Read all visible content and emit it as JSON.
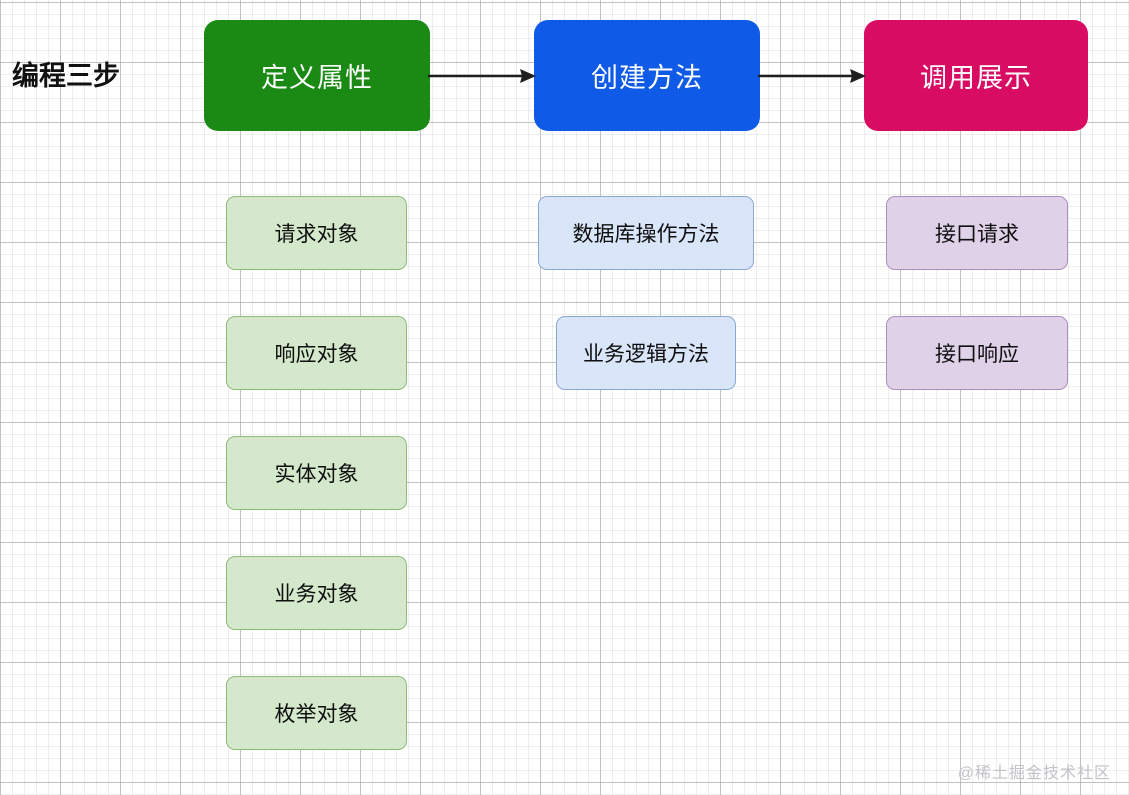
{
  "diagram": {
    "title": "编程三步",
    "watermark": "@稀土掘金技术社区",
    "stages": [
      {
        "key": "define",
        "label": "定义属性",
        "color": "#1a8a14",
        "items": [
          {
            "label": "请求对象"
          },
          {
            "label": "响应对象"
          },
          {
            "label": "实体对象"
          },
          {
            "label": "业务对象"
          },
          {
            "label": "枚举对象"
          }
        ]
      },
      {
        "key": "create",
        "label": "创建方法",
        "color": "#0f5ae6",
        "items": [
          {
            "label": "数据库操作方法"
          },
          {
            "label": "业务逻辑方法"
          }
        ]
      },
      {
        "key": "invoke",
        "label": "调用展示",
        "color": "#d80c62",
        "items": [
          {
            "label": "接口请求"
          },
          {
            "label": "接口响应"
          }
        ]
      }
    ],
    "connectors": [
      {
        "from": "define",
        "to": "create",
        "type": "arrow-right"
      },
      {
        "from": "create",
        "to": "invoke",
        "type": "arrow-right"
      }
    ],
    "colors": {
      "green_header": "#1a8a14",
      "blue_header": "#0f5ae6",
      "pink_header": "#d80c62",
      "green_item_fill": "#d4e8cb",
      "green_item_border": "#8fb97a",
      "blue_item_fill": "#d9e5f8",
      "blue_item_border": "#8ba7d4",
      "purple_item_fill": "#ded1e8",
      "purple_item_border": "#ab8fc0",
      "arrow": "#1f1f1f",
      "grid": "#b4b4b4"
    }
  }
}
